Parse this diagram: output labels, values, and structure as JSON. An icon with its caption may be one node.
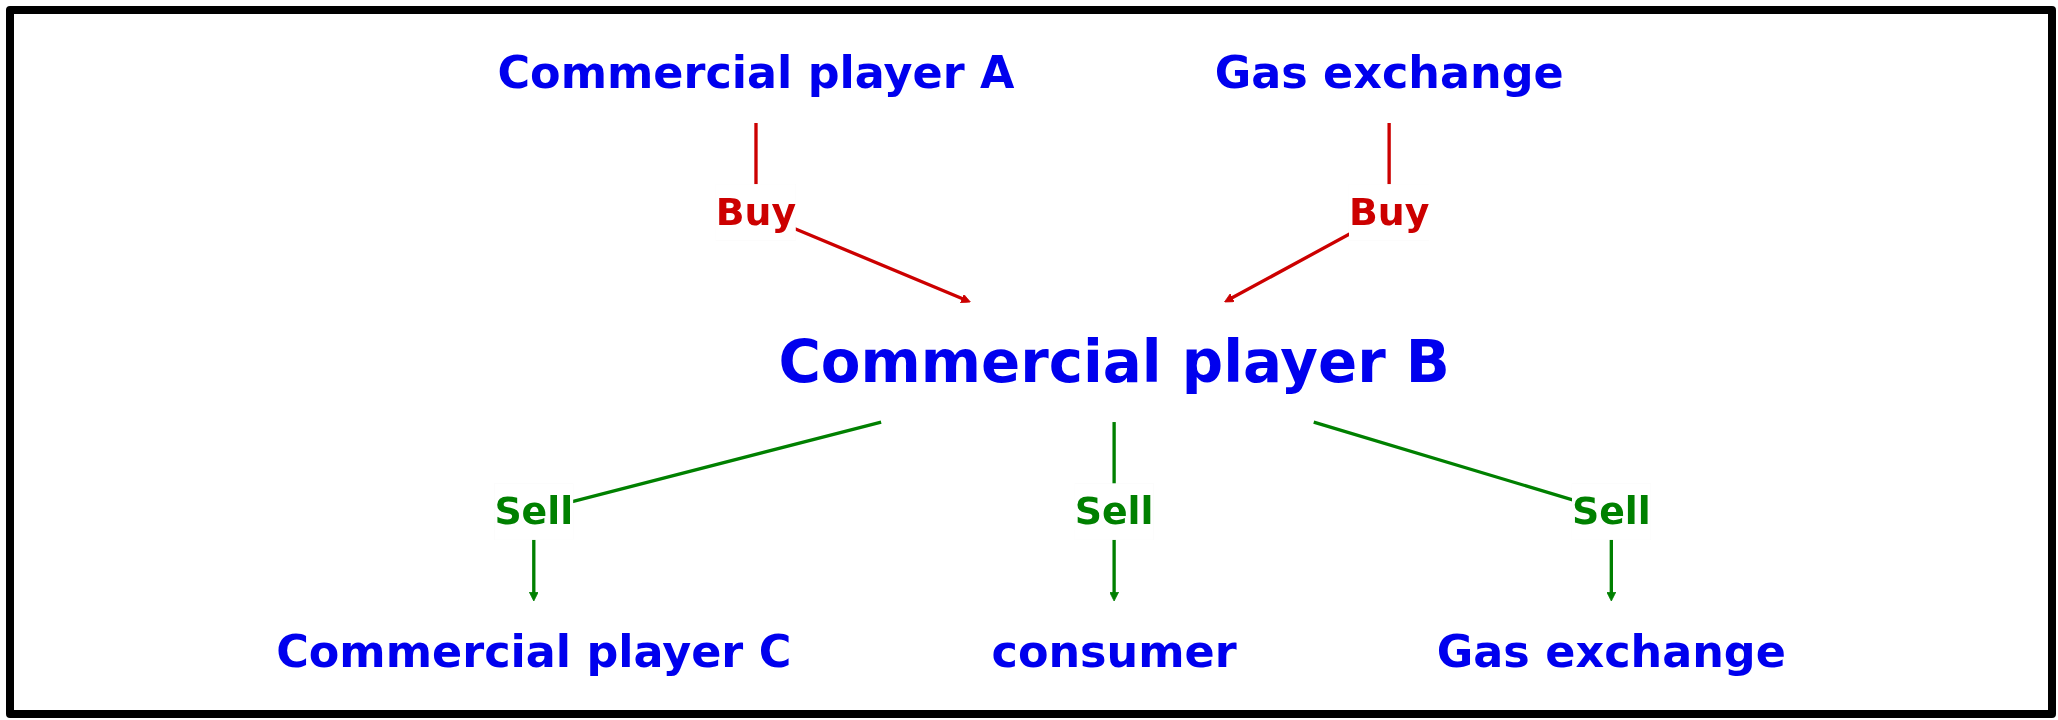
{
  "diagram": {
    "nodes": [
      {
        "text": [
          "Commercial player A"
        ]
      },
      {
        "text": [
          "Gas exchange"
        ]
      },
      {
        "text": [
          "Commercial player B"
        ]
      },
      {
        "text": [
          "Commercial player C"
        ]
      },
      {
        "text": [
          "consumer"
        ]
      },
      {
        "text": [
          "Gas exchange"
        ]
      }
    ],
    "edges": [
      {
        "from": 0,
        "to": 2,
        "arrow": "to",
        "label": "Buy",
        "color": "#cc0000"
      },
      {
        "from": 1,
        "to": 2,
        "arrow": "to",
        "label": "Buy",
        "color": "#cc0000"
      },
      {
        "from": 2,
        "to": 3,
        "arrow": "to",
        "label": "Sell"
      },
      {
        "from": 2,
        "to": 4,
        "arrow": "to",
        "label": "Sell"
      },
      {
        "from": 2,
        "to": 5,
        "arrow": "to",
        "label": "Sell"
      }
    ]
  }
}
